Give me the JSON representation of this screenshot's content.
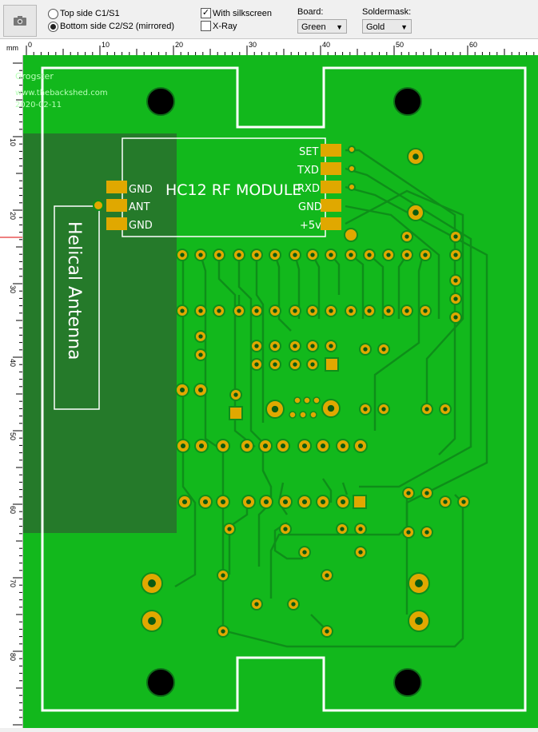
{
  "toolbar": {
    "camera_icon": "camera-icon",
    "side_top_label": "Top side C1/S1",
    "side_bottom_label": "Bottom side C2/S2 (mirrored)",
    "with_silkscreen_label": "With silkscreen",
    "xray_label": "X-Ray",
    "board_label": "Board:",
    "board_value": "Green",
    "soldermask_label": "Soldermask:",
    "soldermask_value": "Gold"
  },
  "ruler": {
    "unit": "mm",
    "top_ticks": [
      "0",
      "10",
      "20",
      "30",
      "40",
      "50",
      "60"
    ],
    "left_ticks": [
      "10",
      "20",
      "30",
      "40",
      "50",
      "60",
      "70",
      "80"
    ]
  },
  "pcb": {
    "author": "Grogster",
    "website": "www.thebackshed.com",
    "date": "2020-02-11",
    "module_title": "HC12 RF MODULE",
    "left_pins": [
      "GND",
      "ANT",
      "GND"
    ],
    "right_pins": [
      "SET",
      "TXD",
      "RXD",
      "GND",
      "+5v"
    ],
    "antenna_label": "Helical Antenna",
    "colors": {
      "board_green": "#12b81c",
      "dark_green": "#257a2a",
      "trace_green": "#0f8a1a",
      "gold": "#e0a800",
      "silkscreen": "#ffffff"
    }
  }
}
